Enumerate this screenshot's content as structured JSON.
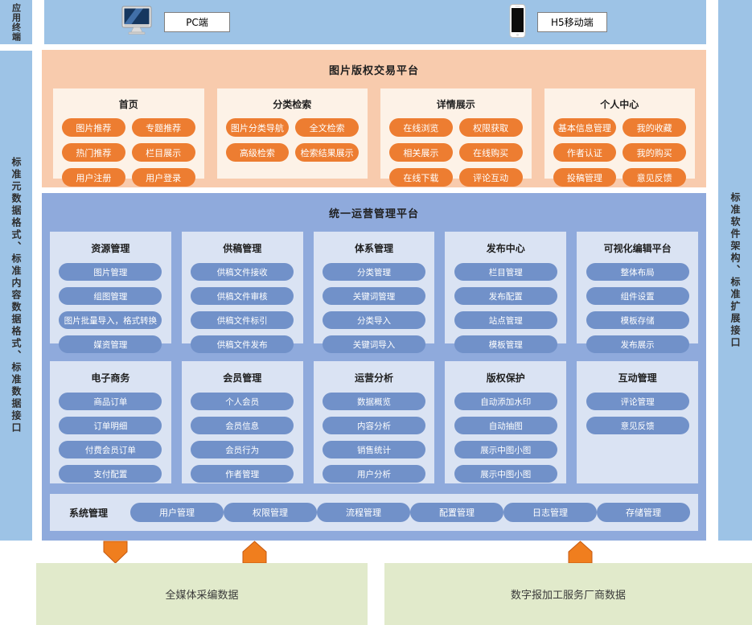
{
  "colors": {
    "terminal_bar_bg": "#9dc3e6",
    "sidebar_bg": "#9dc3e6",
    "trade_panel_bg": "#f8cbad",
    "trade_column_bg": "#fdf2e7",
    "orange_pill": "#ed7d31",
    "ops_panel_bg": "#8faadc",
    "ops_column_bg": "#dae3f3",
    "blue_pill": "#7191c9",
    "source_box_bg": "#e1eacb",
    "arrow_fill": "#f07e1e",
    "arrow_stroke": "#c55a11"
  },
  "sidebars": {
    "app_terminal": "应用终端",
    "left_standards": "标准元数据格式、标准内容数据格式、标准数据接口",
    "right_standards": "标准软件架构、标准扩展接口"
  },
  "terminals": [
    {
      "icon": "desktop-monitor-icon",
      "label": "PC端"
    },
    {
      "icon": "smartphone-icon",
      "label": "H5移动端"
    }
  ],
  "trade_platform": {
    "title": "图片版权交易平台",
    "columns": [
      {
        "title": "首页",
        "items": [
          "图片推荐",
          "专题推荐",
          "热门推荐",
          "栏目展示",
          "用户注册",
          "用户登录"
        ]
      },
      {
        "title": "分类检索",
        "items": [
          "图片分类导航",
          "全文检索",
          "高级检索",
          "检索结果展示"
        ]
      },
      {
        "title": "详情展示",
        "items": [
          "在线浏览",
          "权限获取",
          "相关展示",
          "在线购买",
          "在线下载",
          "评论互动"
        ]
      },
      {
        "title": "个人中心",
        "items": [
          "基本信息管理",
          "我的收藏",
          "作者认证",
          "我的购买",
          "投稿管理",
          "意见反馈"
        ]
      }
    ]
  },
  "ops_platform": {
    "title": "统一运营管理平台",
    "rows": [
      [
        {
          "title": "资源管理",
          "items": [
            "图片管理",
            "组图管理",
            "图片批量导入，格式转换",
            "媒资管理"
          ]
        },
        {
          "title": "供稿管理",
          "items": [
            "供稿文件接收",
            "供稿文件审核",
            "供稿文件标引",
            "供稿文件发布"
          ]
        },
        {
          "title": "体系管理",
          "items": [
            "分类管理",
            "关键词管理",
            "分类导入",
            "关键词导入"
          ]
        },
        {
          "title": "发布中心",
          "items": [
            "栏目管理",
            "发布配置",
            "站点管理",
            "模板管理"
          ]
        },
        {
          "title": "可视化编辑平台",
          "items": [
            "整体布局",
            "组件设置",
            "模板存储",
            "发布展示"
          ]
        }
      ],
      [
        {
          "title": "电子商务",
          "items": [
            "商品订单",
            "订单明细",
            "付费会员订单",
            "支付配置"
          ]
        },
        {
          "title": "会员管理",
          "items": [
            "个人会员",
            "会员信息",
            "会员行为",
            "作者管理"
          ]
        },
        {
          "title": "运营分析",
          "items": [
            "数据概览",
            "内容分析",
            "销售统计",
            "用户分析"
          ]
        },
        {
          "title": "版权保护",
          "items": [
            "自动添加水印",
            "自动抽图",
            "展示中图小图",
            "展示中图小图"
          ]
        },
        {
          "title": "互动管理",
          "items": [
            "评论管理",
            "意见反馈"
          ]
        }
      ]
    ],
    "system_row": {
      "title": "系统管理",
      "items": [
        "用户管理",
        "权限管理",
        "流程管理",
        "配置管理",
        "日志管理",
        "存储管理"
      ]
    }
  },
  "data_sources": [
    {
      "label": "全媒体采编数据"
    },
    {
      "label": "数字报加工服务厂商数据"
    }
  ]
}
